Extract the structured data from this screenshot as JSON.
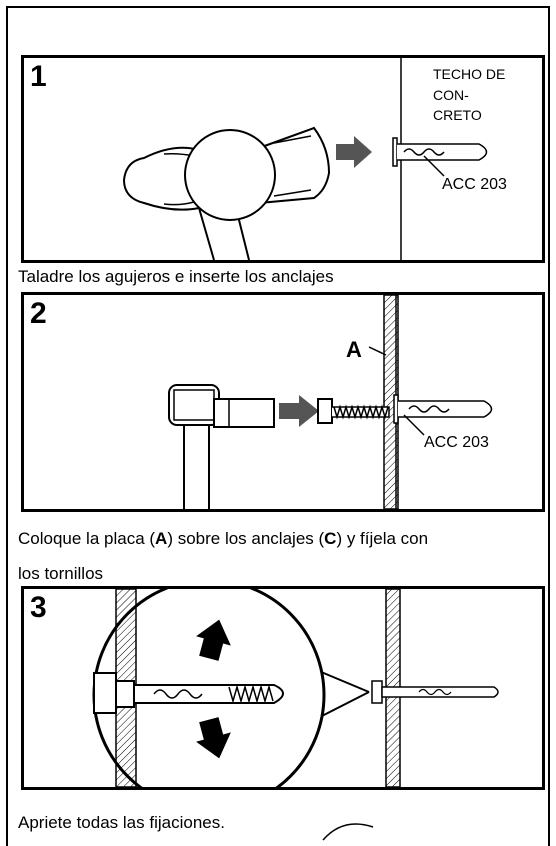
{
  "steps": [
    {
      "number": "1",
      "caption": "Taladre los agujeros e inserte los anclajes",
      "labels": {
        "ceiling": [
          "TECHO DE",
          "CON-",
          "CRETO"
        ],
        "part": "ACC 203"
      }
    },
    {
      "number": "2",
      "caption_parts": [
        "Coloque",
        " la placa (",
        "A",
        ") sobre los anclajes (",
        "C",
        ") y fíjela con"
      ],
      "caption_line2": "los tornillos",
      "labels": {
        "plate": "A",
        "part": "ACC 203"
      }
    },
    {
      "number": "3",
      "caption": "Apriete todas las fijaciones."
    }
  ]
}
